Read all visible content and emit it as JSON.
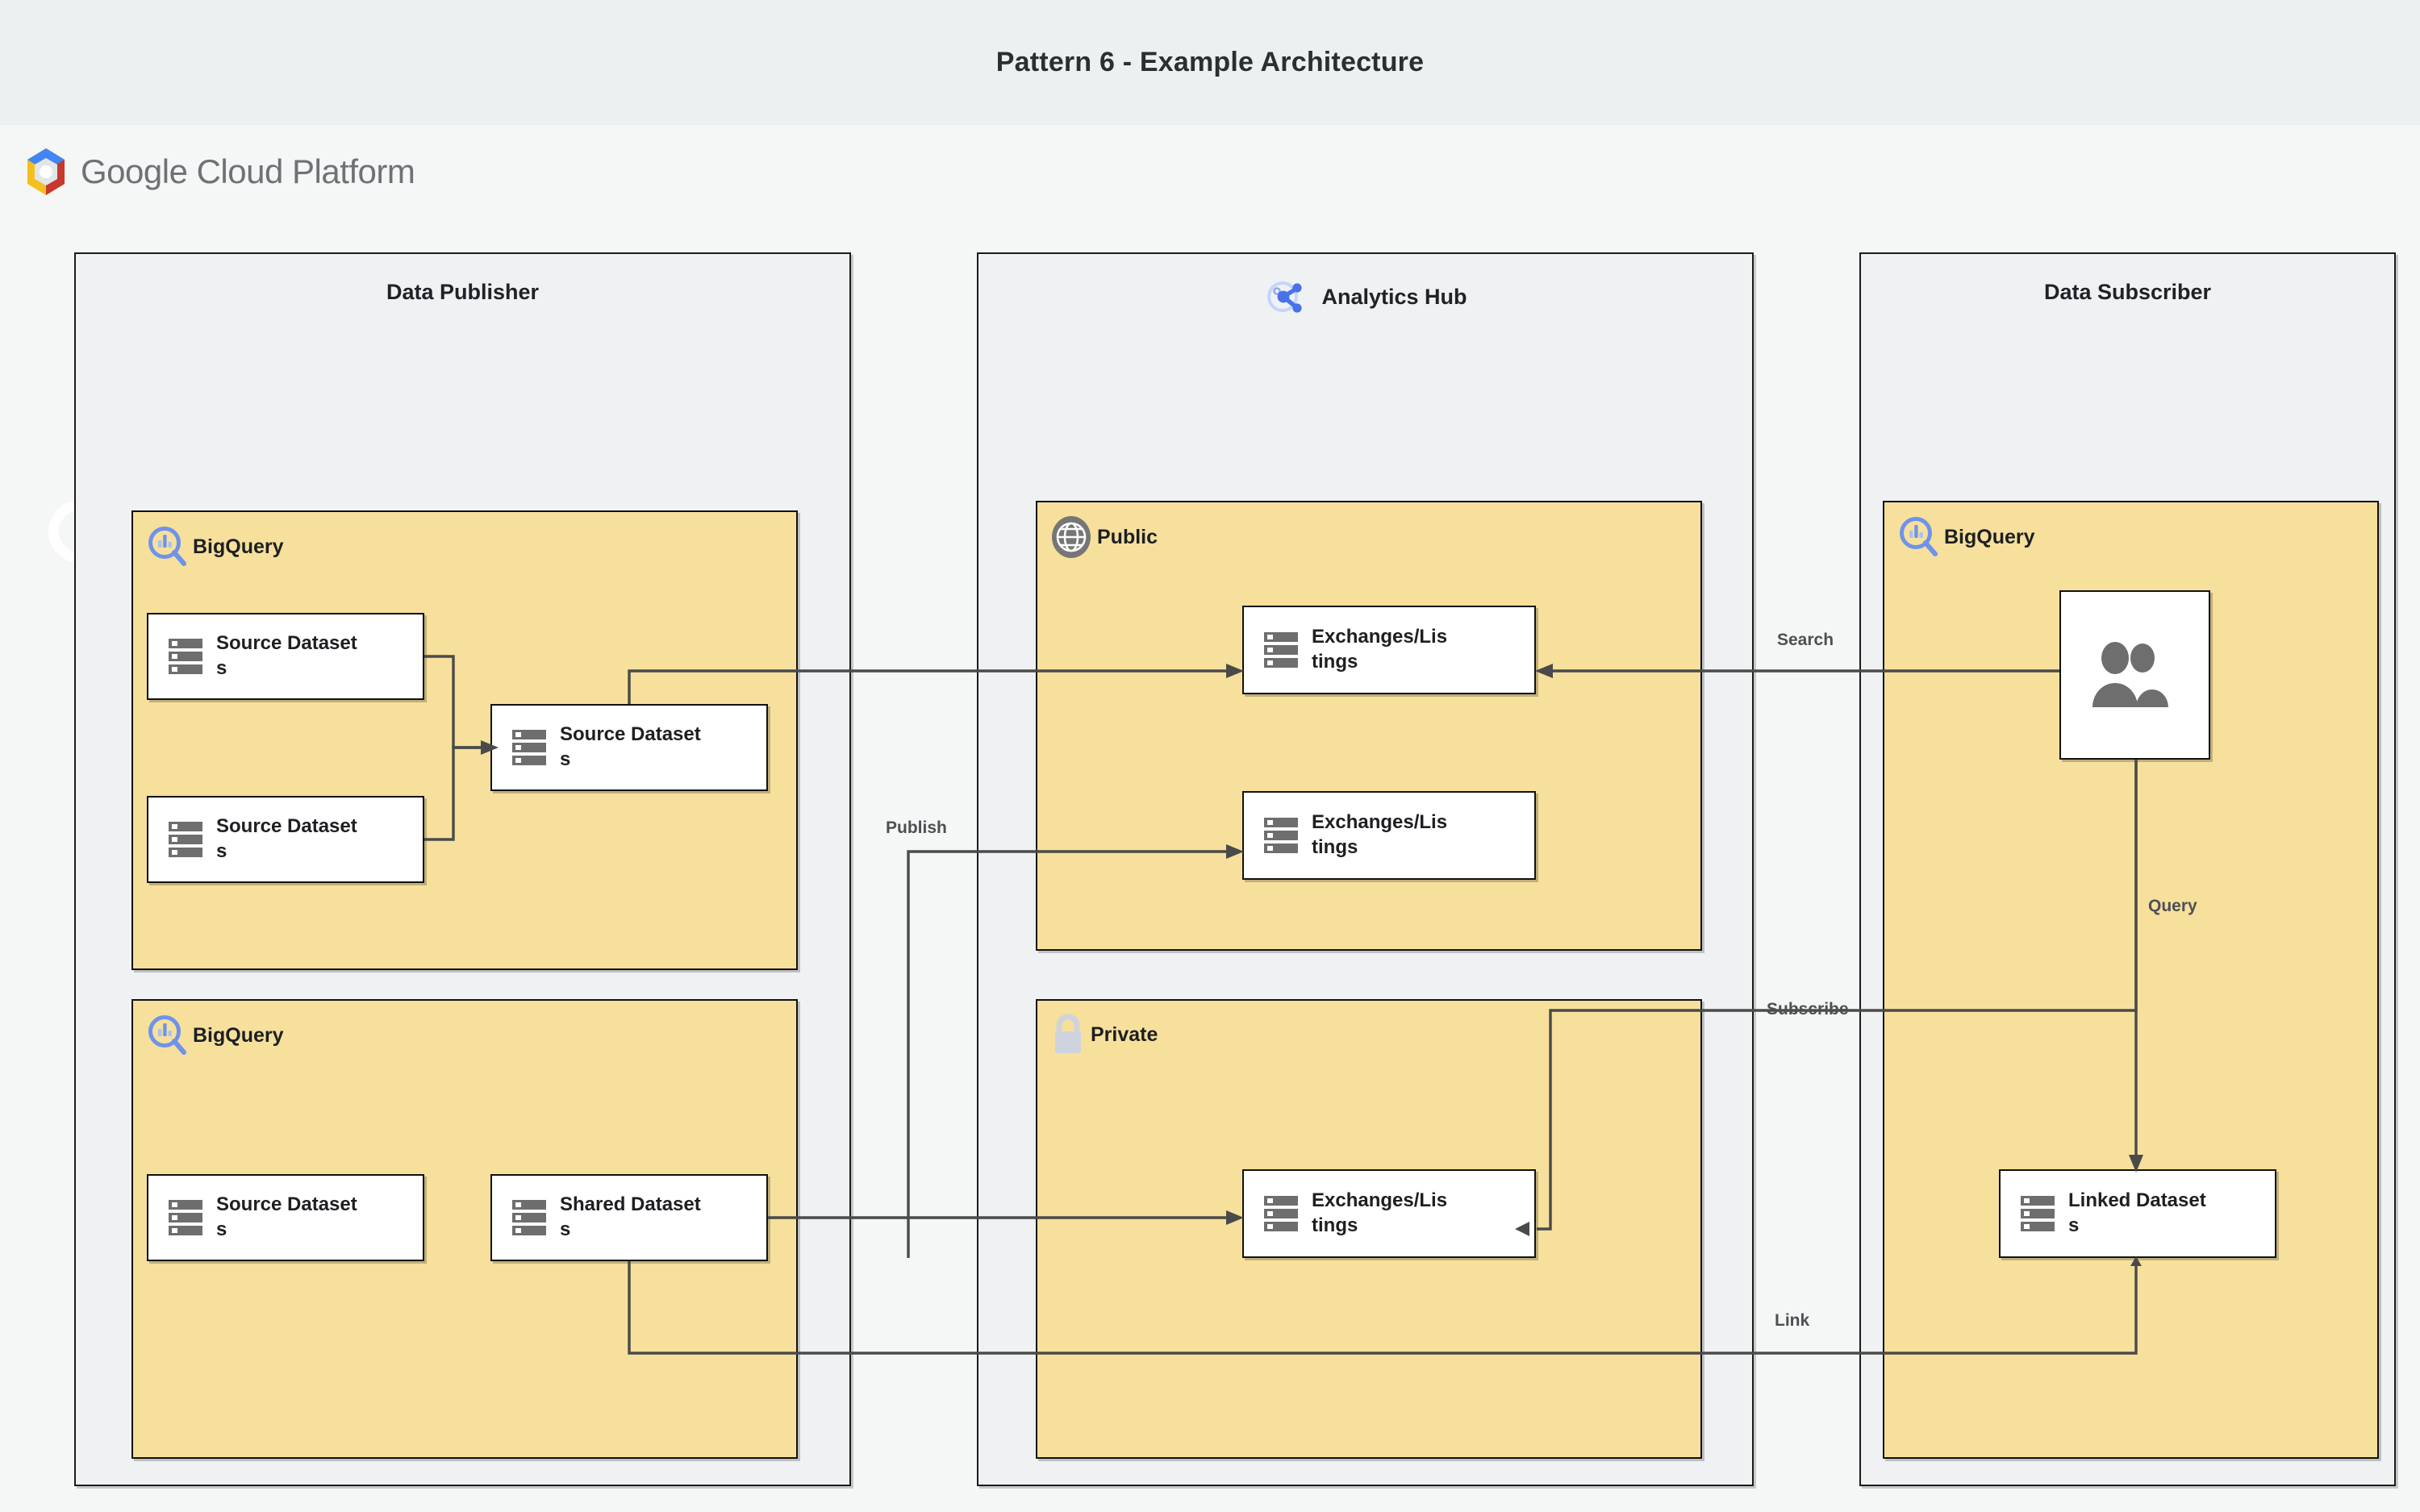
{
  "page": {
    "title": "Pattern 6 - Example Architecture",
    "platform_logo_text": "Google Cloud Platform",
    "colors": {
      "title_band_bg": "#ecf0f1",
      "canvas_bg": "#f5f6f6",
      "lane_bg": "#eff1f3",
      "group_yellow": "#f6e09c",
      "node_white": "#ffffff",
      "outline": "#111111",
      "wire": "#4a4a4a",
      "bigquery_blue": "#6f93ea",
      "globe_gray": "#767676",
      "lock_gray": "#ced3dd",
      "users_gray": "#6e6e6e",
      "gcp_blue": "#4285f4",
      "gcp_red": "#c5392e",
      "gcp_yellow": "#f4c020",
      "hub_blue": "#4a72e8"
    }
  },
  "lanes": [
    {
      "id": "data-publisher",
      "title": "Data Publisher"
    },
    {
      "id": "analytics-hub",
      "title": "Analytics Hub",
      "icon": "share-hub-icon"
    },
    {
      "id": "data-subscriber",
      "title": "Data Subscriber"
    }
  ],
  "groups": [
    {
      "id": "publisher-bigquery-top",
      "label": "BigQuery",
      "icon": "bigquery-icon",
      "lane": "data-publisher"
    },
    {
      "id": "publisher-bigquery-bottom",
      "label": "BigQuery",
      "icon": "bigquery-icon",
      "lane": "data-publisher"
    },
    {
      "id": "hub-public",
      "label": "Public",
      "icon": "globe-icon",
      "lane": "analytics-hub"
    },
    {
      "id": "hub-private",
      "label": "Private",
      "icon": "lock-icon",
      "lane": "analytics-hub"
    },
    {
      "id": "subscriber-bigquery",
      "label": "BigQuery",
      "icon": "bigquery-icon",
      "lane": "data-subscriber"
    }
  ],
  "nodes": [
    {
      "id": "pub-source-1",
      "label": "Source Datasets",
      "icon": "database-icon",
      "group": "publisher-bigquery-top"
    },
    {
      "id": "pub-source-2",
      "label": "Source Datasets",
      "icon": "database-icon",
      "group": "publisher-bigquery-top"
    },
    {
      "id": "pub-source-3",
      "label": "Source Datasets",
      "icon": "database-icon",
      "group": "publisher-bigquery-top"
    },
    {
      "id": "pub-source-4",
      "label": "Source Datasets",
      "icon": "database-icon",
      "group": "publisher-bigquery-bottom"
    },
    {
      "id": "pub-shared",
      "label": "Shared Datasets",
      "icon": "database-icon",
      "group": "publisher-bigquery-bottom"
    },
    {
      "id": "public-listing-1",
      "label": "Exchanges/Listings",
      "icon": "database-icon",
      "group": "hub-public"
    },
    {
      "id": "public-listing-2",
      "label": "Exchanges/Listings",
      "icon": "database-icon",
      "group": "hub-public"
    },
    {
      "id": "private-listing",
      "label": "Exchanges/Listings",
      "icon": "database-icon",
      "group": "hub-private"
    },
    {
      "id": "subscriber-users",
      "label": "",
      "icon": "users-icon",
      "group": "subscriber-bigquery"
    },
    {
      "id": "linked-datasets",
      "label": "Linked Datasets",
      "icon": "database-icon",
      "group": "subscriber-bigquery"
    }
  ],
  "connector_labels": {
    "publish": "Publish",
    "search": "Search",
    "subscribe": "Subscribe",
    "query": "Query",
    "link": "Link"
  }
}
